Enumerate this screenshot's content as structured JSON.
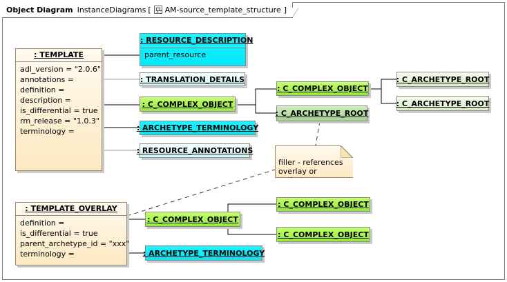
{
  "diagram": {
    "kind": "Object Diagram",
    "name": "InstanceDiagrams",
    "bracket_open": "[",
    "package": "AM-source_template_structure",
    "bracket_close": "]"
  },
  "template": {
    "title": ": TEMPLATE",
    "attributes": [
      "adl_version = \"2.0.6\"",
      "annotations =",
      "definition =",
      "description =",
      "is_differential = true",
      "rm_release = \"1.0.3\"",
      "terminology ="
    ]
  },
  "resource_description": {
    "title": ": RESOURCE_DESCRIPTION",
    "attribute": "parent_resource"
  },
  "translation_details": {
    "title": ": TRANSLATION_DETAILS"
  },
  "c_complex_object_1": {
    "title": ": C_COMPLEX_OBJECT"
  },
  "archetype_terminology_1": {
    "title": ": ARCHETYPE_TERMINOLOGY"
  },
  "resource_annotations": {
    "title": ": RESOURCE_ANNOTATIONS"
  },
  "c_complex_object_2": {
    "title": ": C_COMPLEX_OBJECT"
  },
  "c_archetype_root_mid": {
    "title": ": C_ARCHETYPE_ROOT"
  },
  "c_archetype_root_r1": {
    "title": ": C_ARCHETYPE_ROOT"
  },
  "c_archetype_root_r2": {
    "title": ": C_ARCHETYPE_ROOT"
  },
  "note": {
    "text": "filler - references overlay or archetype"
  },
  "template_overlay": {
    "title": ": TEMPLATE_OVERLAY",
    "attributes": [
      "definition =",
      "is_differential = true",
      "parent_archetype_id = \"xxx\"",
      "terminology ="
    ]
  },
  "c_complex_object_3": {
    "title": ": C_COMPLEX_OBJECT"
  },
  "c_complex_object_4": {
    "title": ": C_COMPLEX_OBJECT"
  },
  "c_complex_object_5": {
    "title": ": C_COMPLEX_OBJECT"
  },
  "archetype_terminology_2": {
    "title": ": ARCHETYPE_TERMINOLOGY"
  },
  "colors": {
    "cyan": "#00e8f8",
    "light_cyan": "#e6fcfd",
    "green": "#a6f04a",
    "gray_green": "#b8dea6",
    "tan": "#fdedcc"
  }
}
